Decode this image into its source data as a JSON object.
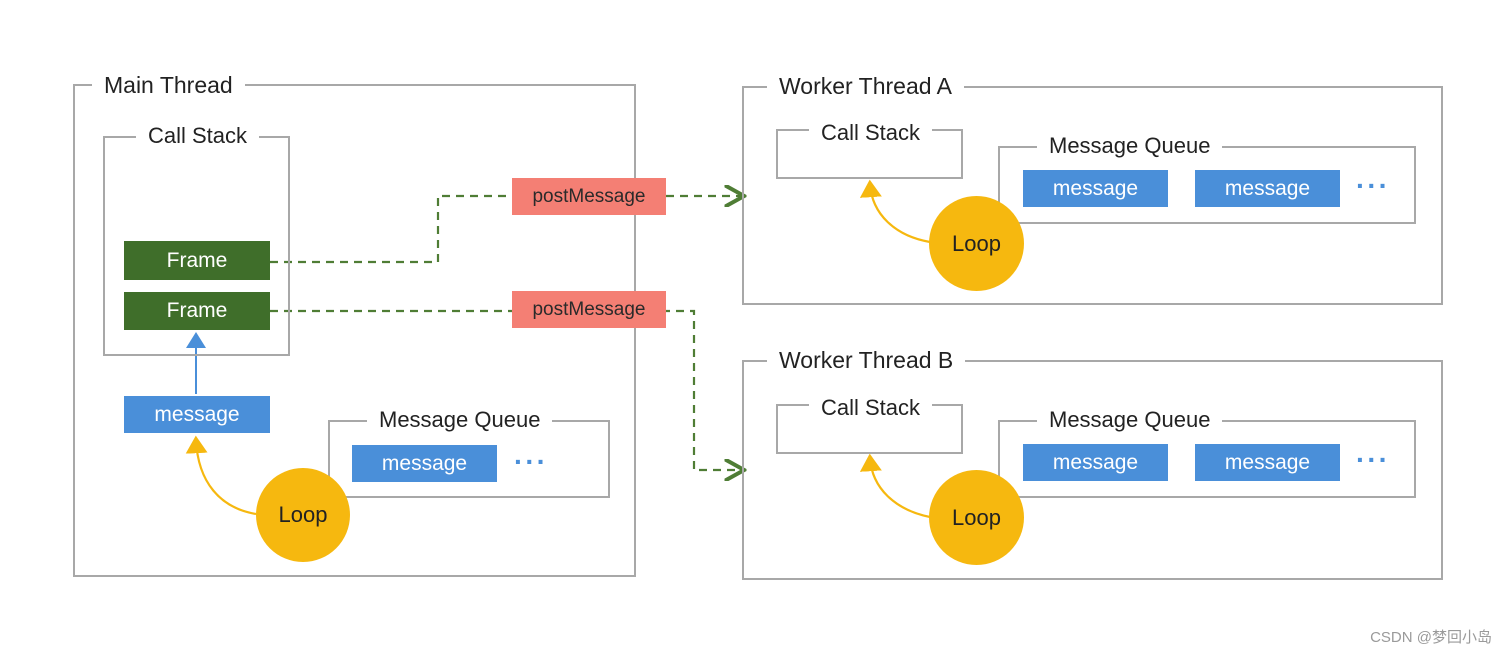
{
  "main_thread": {
    "title": "Main Thread",
    "call_stack": {
      "title": "Call Stack",
      "frames": [
        "Frame",
        "Frame"
      ]
    },
    "incoming_message": "message",
    "message_queue": {
      "title": "Message Queue",
      "message": "message",
      "more": "···"
    },
    "loop": "Loop"
  },
  "post_messages": [
    "postMessage",
    "postMessage"
  ],
  "worker_a": {
    "title": "Worker Thread A",
    "call_stack": "Call Stack",
    "message_queue": {
      "title": "Message Queue",
      "messages": [
        "message",
        "message"
      ],
      "more": "···"
    },
    "loop": "Loop"
  },
  "worker_b": {
    "title": "Worker Thread B",
    "call_stack": "Call Stack",
    "message_queue": {
      "title": "Message Queue",
      "messages": [
        "message",
        "message"
      ],
      "more": "···"
    },
    "loop": "Loop"
  },
  "watermark": "CSDN @梦回小岛",
  "colors": {
    "frame": "#3f6e2a",
    "message": "#4a8fd9",
    "post_message": "#f47f74",
    "loop": "#f6b80f",
    "dashed_arrow": "#4f7d35",
    "border": "#a8a8a8"
  }
}
